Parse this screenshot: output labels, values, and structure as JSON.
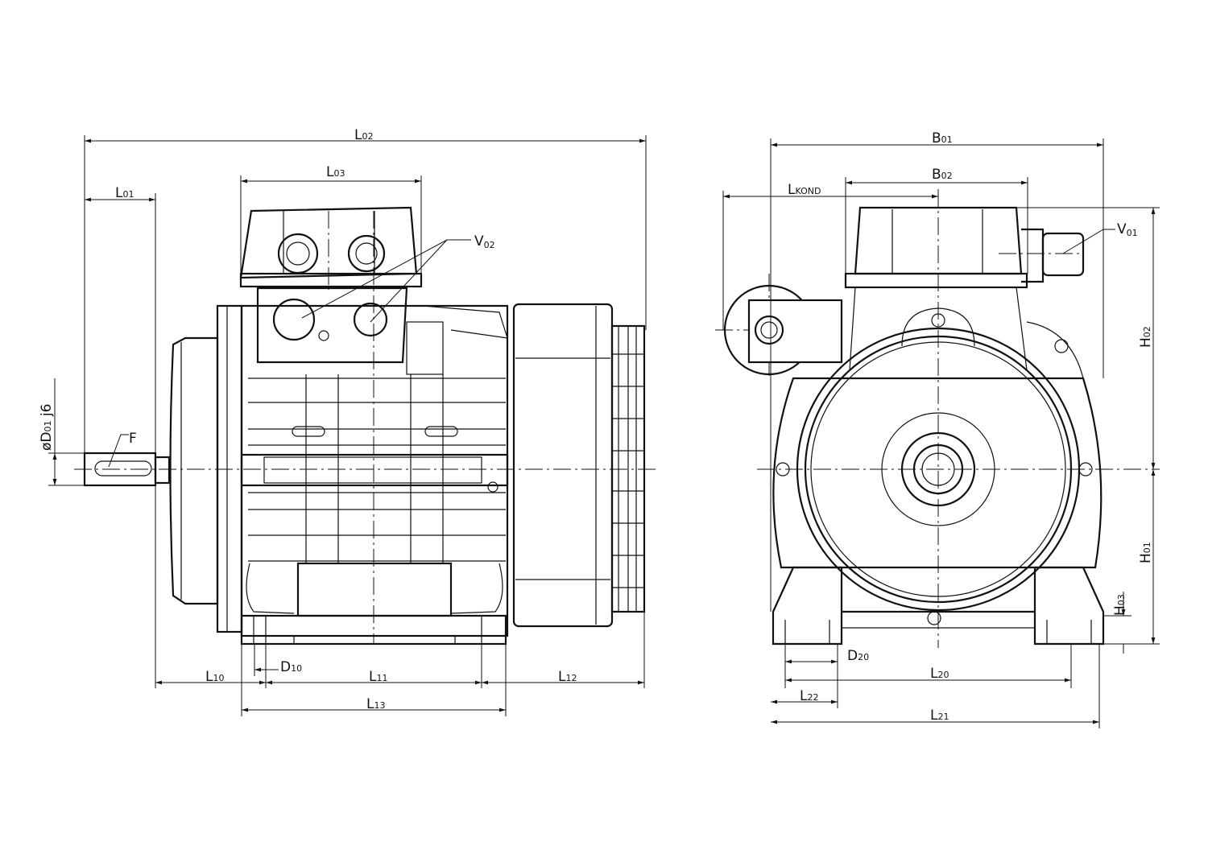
{
  "side_view": {
    "labels": {
      "L02": {
        "main": "L",
        "sub": "02"
      },
      "L01": {
        "main": "L",
        "sub": "01"
      },
      "L03": {
        "main": "L",
        "sub": "03"
      },
      "V02": {
        "main": "V",
        "sub": "02"
      },
      "D01": {
        "prefix": "ø",
        "main": "D",
        "sub": "01",
        "suffix": " j6"
      },
      "F": {
        "main": "F"
      },
      "L10": {
        "main": "L",
        "sub": "10"
      },
      "D10": {
        "main": "D",
        "sub": "10"
      },
      "L11": {
        "main": "L",
        "sub": "11"
      },
      "L12": {
        "main": "L",
        "sub": "12"
      },
      "L13": {
        "main": "L",
        "sub": "13"
      }
    }
  },
  "front_view": {
    "labels": {
      "B01": {
        "main": "B",
        "sub": "01"
      },
      "B02": {
        "main": "B",
        "sub": "02"
      },
      "LKOND": {
        "main": "L",
        "sub": "KOND"
      },
      "V01": {
        "main": "V",
        "sub": "01"
      },
      "H02": {
        "main": "H",
        "sub": "02"
      },
      "H01": {
        "main": "H",
        "sub": "01"
      },
      "H03": {
        "main": "H",
        "sub": "03"
      },
      "D20": {
        "main": "D",
        "sub": "20"
      },
      "L20": {
        "main": "L",
        "sub": "20"
      },
      "L22": {
        "main": "L",
        "sub": "22"
      },
      "L21": {
        "main": "L",
        "sub": "21"
      }
    }
  }
}
